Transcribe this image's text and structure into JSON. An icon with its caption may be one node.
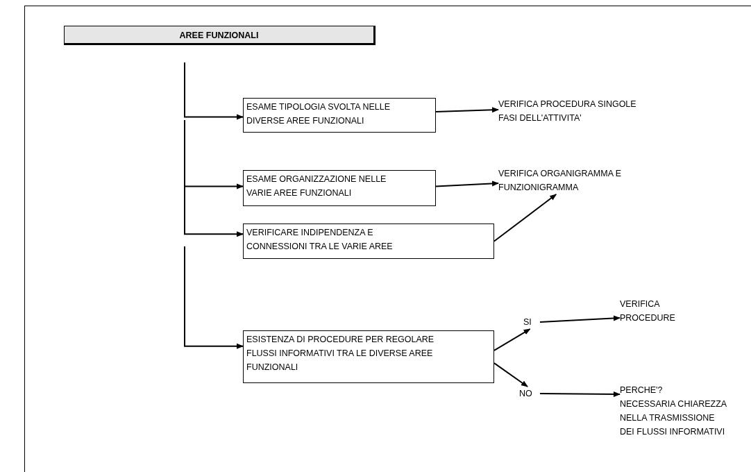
{
  "diagram": {
    "nodes": [
      {
        "text": [
          "AREE FUNZIONALI"
        ]
      },
      {
        "text": [
          "ESAME TIPOLOGIA SVOLTA NELLE DIVERSE AREE FUNZIONALI"
        ]
      },
      {
        "text": [
          "VERIFICA PROCEDURA SINGOLE FASI DELL'ATTIVITA'"
        ]
      },
      {
        "text": [
          "ESAME ORGANIZZAZIONE NELLE VARIE AREE FUNZIONALI"
        ]
      },
      {
        "text": [
          "VERIFICA ORGANIGRAMMA E FUNZIONIGRAMMA"
        ]
      },
      {
        "text": [
          "VERIFICARE INDIPENDENZA E CONNESSIONI TRA LE VARIE AREE"
        ]
      },
      {
        "text": [
          "ESISTENZA DI PROCEDURE PER REGOLARE FLUSSI INFORMATIVI TRA LE DIVERSE AREE FUNZIONALI"
        ]
      },
      {
        "text": [
          "SI"
        ]
      },
      {
        "text": [
          "VERIFICA PROCEDURE"
        ]
      },
      {
        "text": [
          "NO"
        ]
      },
      {
        "text": [
          "PERCHE'?",
          "NECESSARIA CHIAREZZA NELLA TRASMISSIONE DEI FLUSSI INFORMATIVI"
        ]
      }
    ],
    "edges": [
      {
        "from": null,
        "to": 1,
        "arrow": "to"
      },
      {
        "from": 1,
        "to": 2,
        "arrow": "to"
      },
      {
        "from": null,
        "to": 3,
        "arrow": "to"
      },
      {
        "from": 3,
        "to": 4,
        "arrow": "to"
      },
      {
        "from": null,
        "to": 5,
        "arrow": "to"
      },
      {
        "from": 5,
        "to": 4,
        "arrow": "to"
      },
      {
        "from": null,
        "to": 6,
        "arrow": "to"
      },
      {
        "from": 6,
        "to": 7,
        "arrow": "to"
      },
      {
        "from": 6,
        "to": 9,
        "arrow": "to"
      },
      {
        "from": 7,
        "to": 8,
        "arrow": "to"
      },
      {
        "from": 9,
        "to": 10,
        "arrow": "to"
      }
    ]
  }
}
